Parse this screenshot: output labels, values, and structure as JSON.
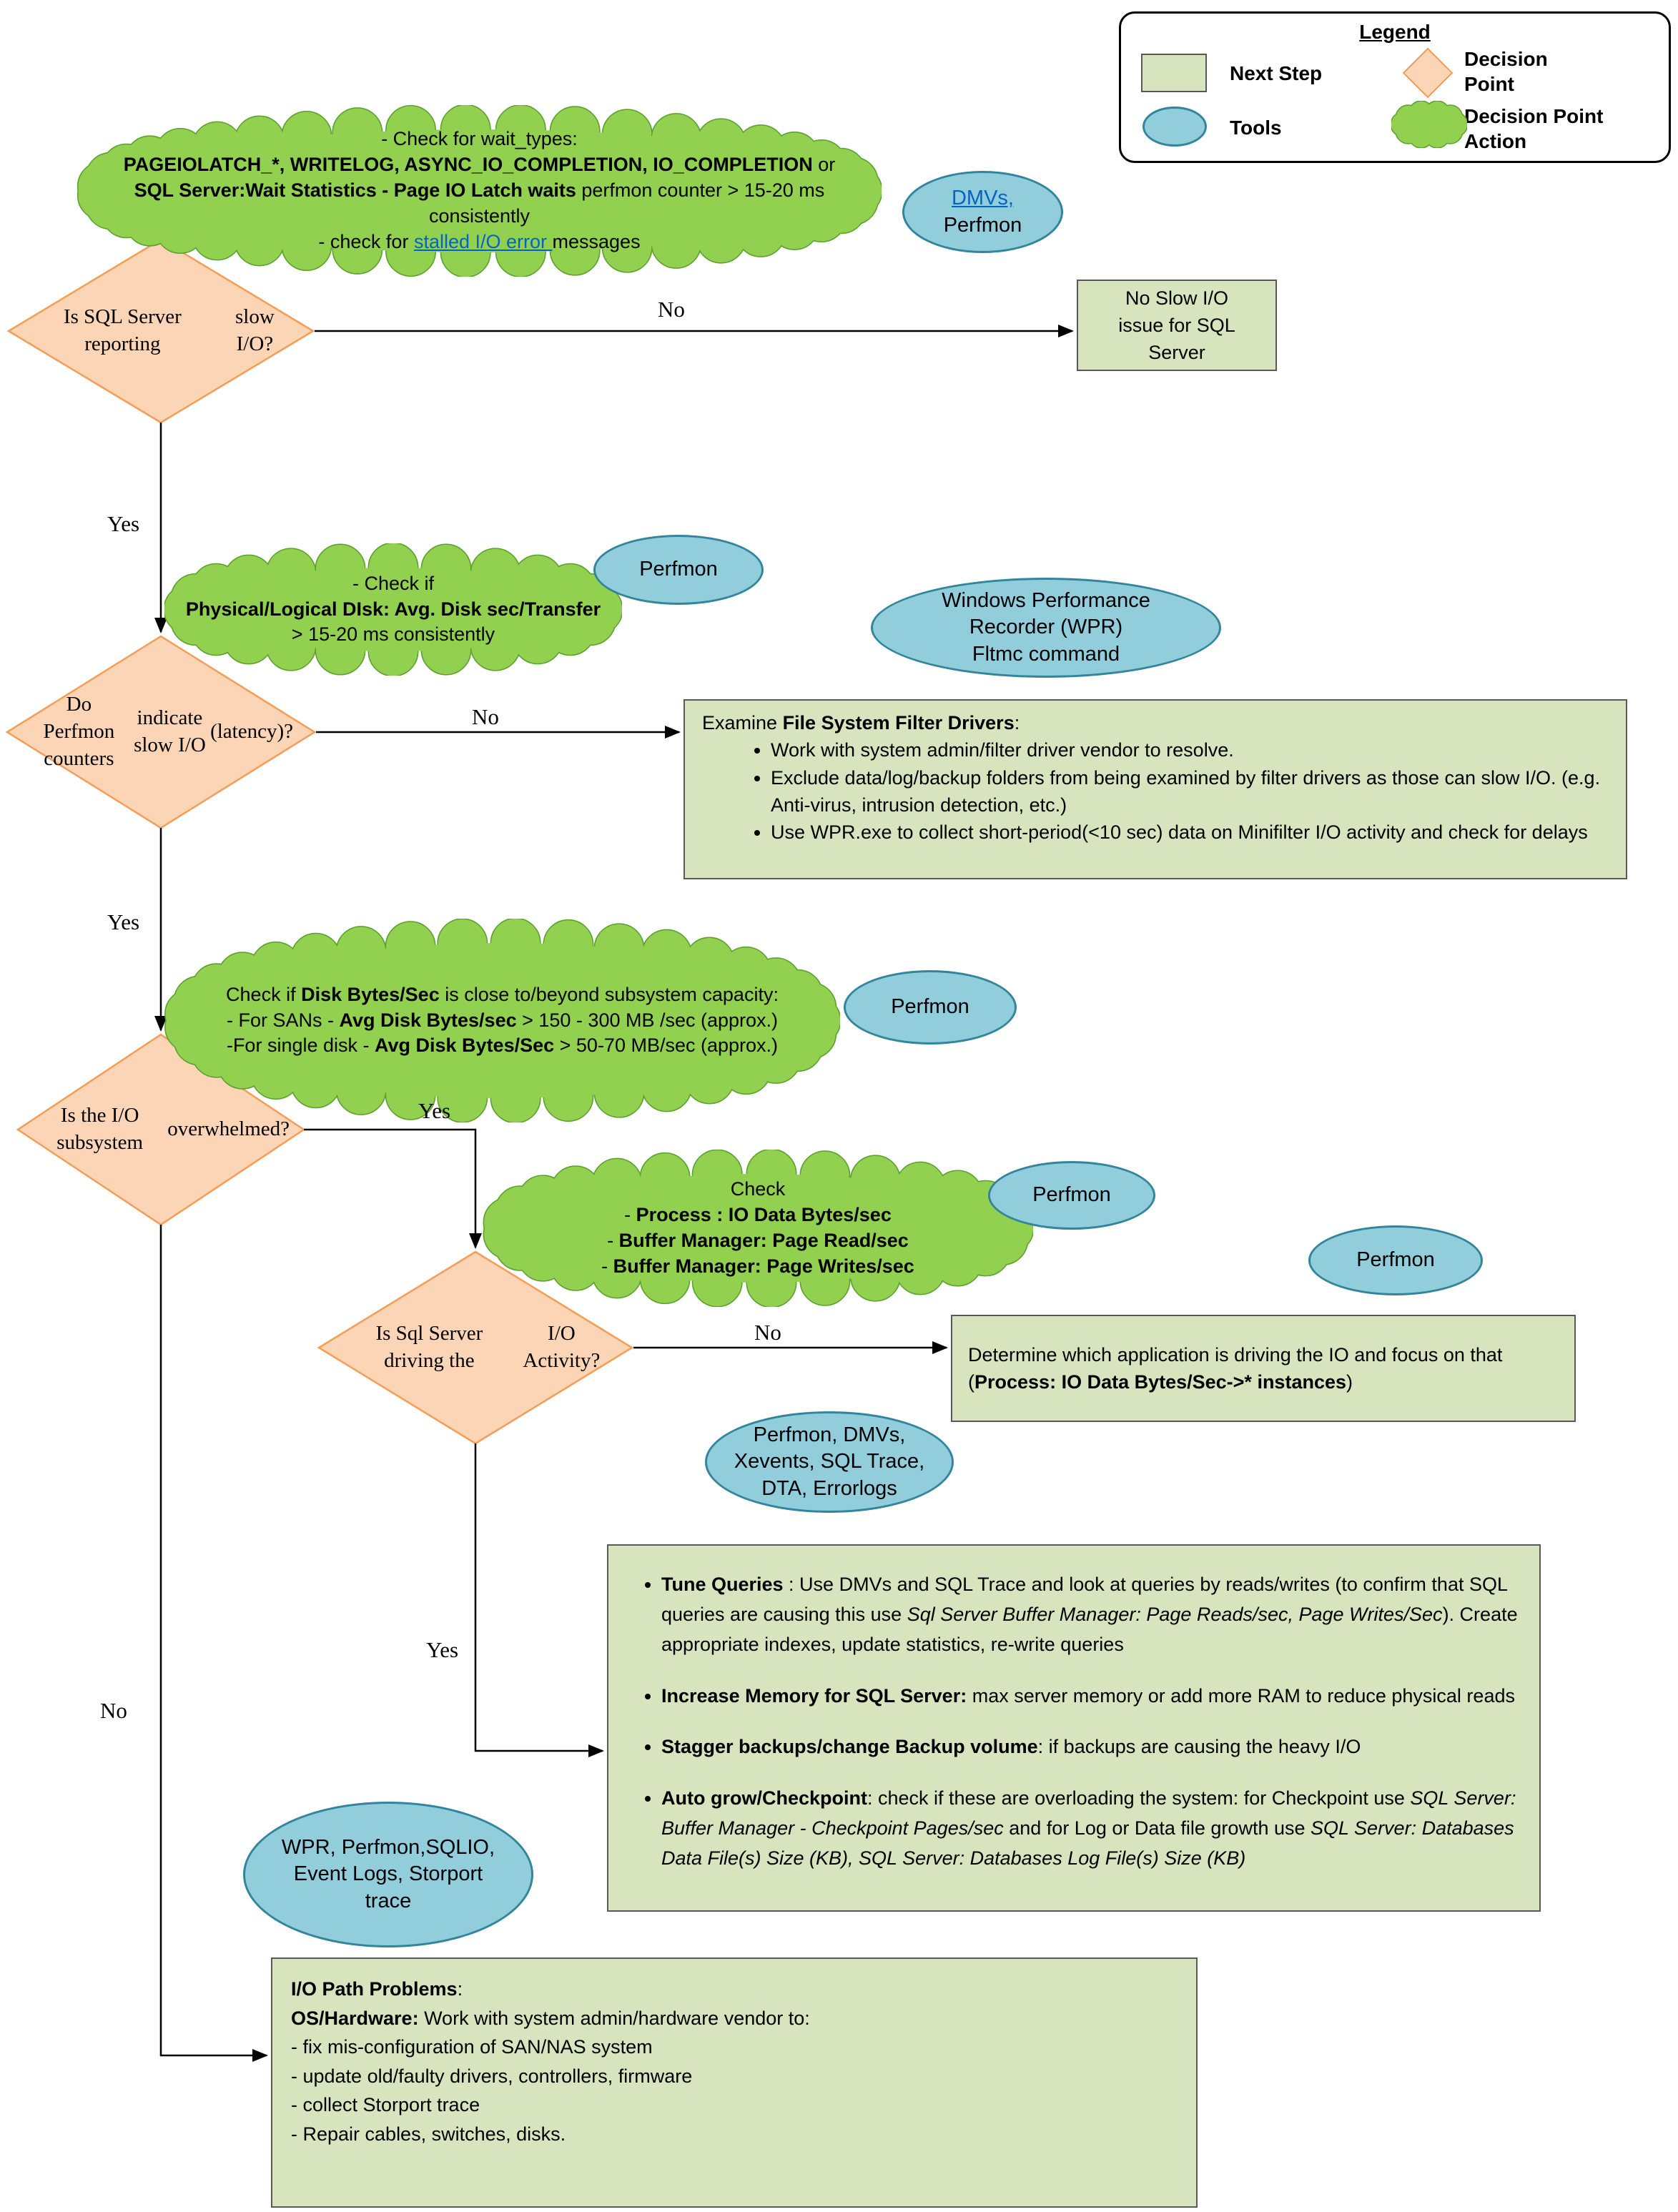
{
  "colors": {
    "cloud_fill": "#92D050",
    "cloud_stroke": "#5AA02C",
    "ellipse_fill": "#92CDDC",
    "ellipse_stroke": "#31859C",
    "diamond_fill": "#FBD5B5",
    "diamond_stroke": "#F59D56",
    "step_fill": "#D7E4BD",
    "step_stroke": "#595959",
    "link": "#0563C1"
  },
  "legend": {
    "title": "Legend",
    "next_step": "Next Step",
    "decision_point": "Decision Point",
    "tools": "Tools",
    "decision_point_action": "Decision Point Action"
  },
  "clouds": {
    "wait_types": [
      [
        {
          "t": "- Check for wait_types:"
        }
      ],
      [
        {
          "t": "PAGEIOLATCH_*,  WRITELOG, ASYNC_IO_COMPLETION, IO_COMPLETION",
          "b": true
        },
        {
          "t": " or"
        }
      ],
      [
        {
          "t": "SQL Server:Wait Statistics - Page IO Latch waits",
          "b": true
        },
        {
          "t": " perfmon counter > 15-20 ms"
        }
      ],
      [
        {
          "t": "consistently"
        }
      ],
      [
        {
          "t": "- check for "
        },
        {
          "t": "stalled I/O error ",
          "link": true
        },
        {
          "t": "messages"
        }
      ]
    ],
    "disk_transfer": [
      [
        {
          "t": "- Check if"
        }
      ],
      [
        {
          "t": "Physical/Logical DIsk: Avg. Disk sec/Transfer",
          "b": true
        }
      ],
      [
        {
          "t": "> 15-20 ms consistently"
        }
      ]
    ],
    "disk_bytes": [
      [
        {
          "t": "Check if "
        },
        {
          "t": "Disk Bytes/Sec",
          "b": true
        },
        {
          "t": " is close to/beyond subsystem capacity:"
        }
      ],
      [
        {
          "t": "- For SANs - "
        },
        {
          "t": "Avg Disk Bytes/sec",
          "b": true
        },
        {
          "t": " > 150 - 300 MB /sec   (approx.)"
        }
      ],
      [
        {
          "t": "-For single disk - "
        },
        {
          "t": "Avg Disk Bytes/Sec",
          "b": true
        },
        {
          "t": " > 50-70 MB/sec (approx.)"
        }
      ]
    ],
    "process_check": [
      [
        {
          "t": "Check"
        }
      ],
      [
        {
          "t": "- "
        },
        {
          "t": "Process : IO Data Bytes/sec",
          "b": true
        }
      ],
      [
        {
          "t": "- "
        },
        {
          "t": "Buffer Manager: Page Read/sec",
          "b": true
        }
      ],
      [
        {
          "t": "- "
        },
        {
          "t": "Buffer Manager: Page Writes/sec",
          "b": true
        }
      ]
    ]
  },
  "tools": {
    "perfmon_label": "Perfmon",
    "dmvs_perfmon": [
      [
        {
          "t": "DMVs,",
          "link": true
        }
      ],
      [
        {
          "t": "Perfmon"
        }
      ]
    ],
    "wpr_fltmc": [
      [
        {
          "t": "Windows Performance"
        }
      ],
      [
        {
          "t": "Recorder (WPR)"
        }
      ],
      [
        {
          "t": "Fltmc command"
        }
      ]
    ],
    "perfmon_dmvs": [
      [
        {
          "t": "Perfmon, DMVs,"
        }
      ],
      [
        {
          "t": "Xevents, SQL Trace,"
        }
      ],
      [
        {
          "t": "DTA, Errorlogs"
        }
      ]
    ],
    "wpr_storport": [
      [
        {
          "t": "WPR, Perfmon,SQLIO,"
        }
      ],
      [
        {
          "t": "Event Logs, Storport"
        }
      ],
      [
        {
          "t": "trace"
        }
      ]
    ]
  },
  "decisions": {
    "d1": [
      [
        {
          "t": "Is SQL Server reporting"
        }
      ],
      [
        {
          "t": "slow I/O?"
        }
      ]
    ],
    "d2": [
      [
        {
          "t": "Do Perfmon counters"
        }
      ],
      [
        {
          "t": "indicate slow I/O"
        }
      ],
      [
        {
          "t": "(latency)?"
        }
      ]
    ],
    "d3": [
      [
        {
          "t": "Is the I/O subsystem"
        }
      ],
      [
        {
          "t": "overwhelmed?"
        }
      ]
    ],
    "d4": [
      [
        {
          "t": "Is Sql Server driving the"
        }
      ],
      [
        {
          "t": "I/O Activity?"
        }
      ]
    ]
  },
  "steps": {
    "no_slow": [
      [
        {
          "t": "No Slow I/O"
        }
      ],
      [
        {
          "t": "issue for SQL"
        }
      ],
      [
        {
          "t": "Server"
        }
      ]
    ],
    "filter_title": [
      [
        {
          "t": "Examine "
        },
        {
          "t": "File System Filter Drivers",
          "b": true
        },
        {
          "t": ":"
        }
      ]
    ],
    "filter_bullets": {
      "b1": [
        [
          {
            "t": "Work with system admin/filter driver vendor to resolve."
          }
        ]
      ],
      "b2": [
        [
          {
            "t": "Exclude data/log/backup folders from being examined by filter drivers as those can slow I/O. (e.g. Anti-virus, intrusion detection, etc.)"
          }
        ]
      ],
      "b3": [
        [
          {
            "t": "Use WPR.exe to collect short-period(<10 sec) data on Minifilter I/O activity and check for delays"
          }
        ]
      ]
    },
    "determine": [
      [
        {
          "t": "Determine which application is driving the IO and focus on that"
        }
      ],
      [
        {
          "t": "("
        },
        {
          "t": "Process: IO Data Bytes/Sec->* instances",
          "b": true
        },
        {
          "t": ")"
        }
      ]
    ],
    "tune_bullets": {
      "b1": [
        [
          {
            "t": "Tune Queries",
            "b": true
          },
          {
            "t": " : Use DMVs and SQL Trace and look at queries by reads/writes (to   confirm that SQL queries are causing this use "
          },
          {
            "t": "Sql Server Buffer Manager: Page Reads/sec, Page Writes/Sec",
            "i": true
          },
          {
            "t": "). Create appropriate indexes, update statistics, re-write queries"
          }
        ]
      ],
      "b2": [
        [
          {
            "t": "Increase Memory for SQL Server:",
            "b": true
          },
          {
            "t": " max server memory or add more RAM to reduce physical reads"
          }
        ]
      ],
      "b3": [
        [
          {
            "t": "Stagger backups/change Backup volume",
            "b": true
          },
          {
            "t": ": if backups are causing the heavy I/O"
          }
        ]
      ],
      "b4": [
        [
          {
            "t": "Auto grow/Checkpoint",
            "b": true
          },
          {
            "t": ": check if these are overloading the system: for Checkpoint use "
          },
          {
            "t": "SQL Server: Buffer Manager - Checkpoint Pages/sec",
            "i": true
          },
          {
            "t": " and for Log or Data file growth use "
          },
          {
            "t": "SQL Server: Databases Data File(s) Size (KB), SQL Server: Databases Log File(s) Size (KB)",
            "i": true
          }
        ]
      ]
    },
    "io_path": [
      [
        {
          "t": "I/O Path Problems",
          "b": true
        },
        {
          "t": ":"
        }
      ],
      [
        {
          "t": "OS/Hardware:",
          "b": true
        },
        {
          "t": " Work with system admin/hardware vendor to:"
        }
      ],
      [
        {
          "t": "- fix mis-configuration of SAN/NAS system"
        }
      ],
      [
        {
          "t": "- update old/faulty drivers, controllers, firmware"
        }
      ],
      [
        {
          "t": "- collect Storport trace"
        }
      ],
      [
        {
          "t": "- Repair cables, switches, disks."
        }
      ]
    ]
  },
  "edge_labels": {
    "no1": "No",
    "yes1": "Yes",
    "no2": "No",
    "yes2": "Yes",
    "yes3": "Yes",
    "no3": "No",
    "yes4": "Yes",
    "no4": "No"
  }
}
